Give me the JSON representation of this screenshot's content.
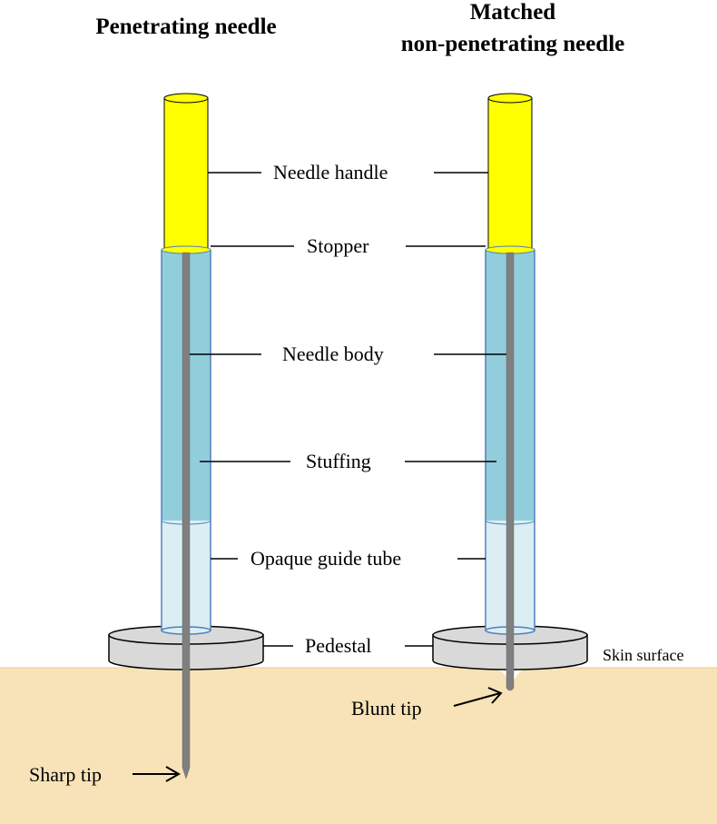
{
  "titles": {
    "left": "Penetrating needle",
    "right_line1": "Matched",
    "right_line2": "non-penetrating needle"
  },
  "labels": {
    "handle": "Needle handle",
    "stopper": "Stopper",
    "body": "Needle body",
    "stuffing": "Stuffing",
    "guide_tube": "Opaque guide tube",
    "pedestal": "Pedestal",
    "skin_surface": "Skin surface",
    "blunt_tip": "Blunt tip",
    "sharp_tip": "Sharp tip"
  },
  "colors": {
    "skin": "#f7e3b7",
    "handle": "#ffff00",
    "stuffing": "#92cddc",
    "guide_tube": "#dbeef3",
    "tube_outline": "#4f81bd",
    "shaft": "#7f7f7f",
    "pedestal": "#d9d9d9"
  }
}
